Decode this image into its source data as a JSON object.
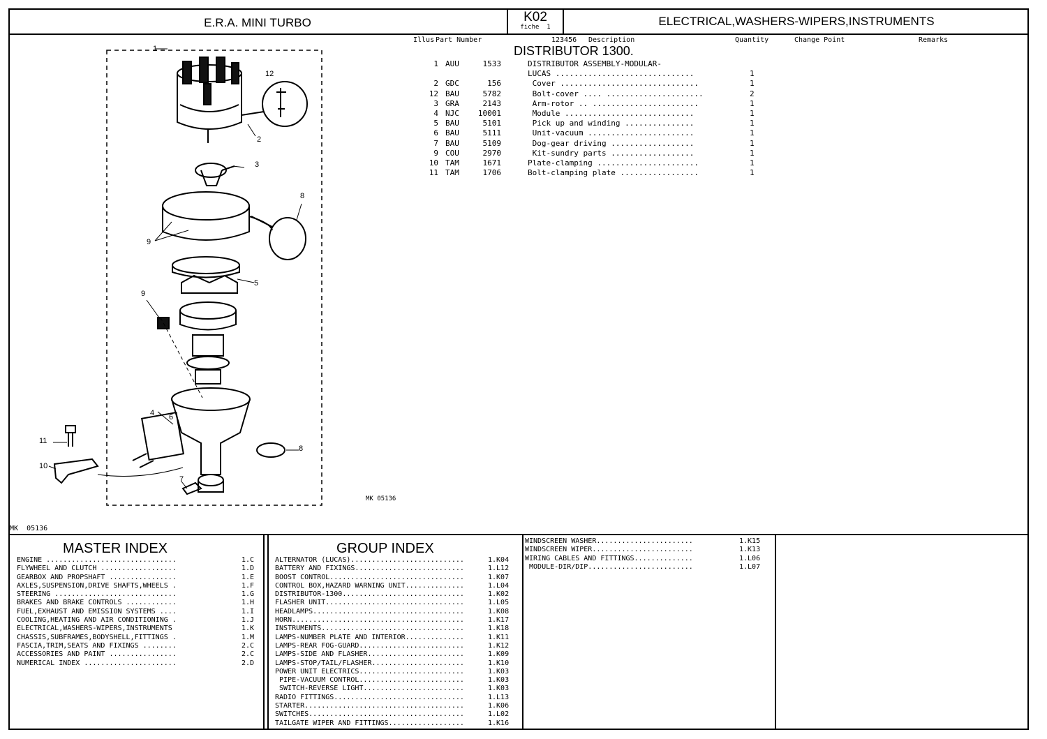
{
  "header": {
    "model": "E.R.A. MINI TURBO",
    "code": "K02",
    "fiche": "fiche  1",
    "section": "ELECTRICAL,WASHERS-WIPERS,INSTRUMENTS"
  },
  "columns": [
    "Illus",
    "Part Number",
    "123456",
    "Description",
    "Quantity",
    "Change Point",
    "Remarks"
  ],
  "group_title": "DISTRIBUTOR 1300.",
  "parts": [
    {
      "illus": "1",
      "prefix": "AUU",
      "num": "1533",
      "desc": "DISTRIBUTOR ASSEMBLY-MODULAR-",
      "qty": ""
    },
    {
      "illus": "",
      "prefix": "",
      "num": "",
      "desc": "LUCAS ..............................",
      "qty": "1"
    },
    {
      "illus": "2",
      "prefix": "GDC",
      "num": "156",
      "desc": " Cover ..............................",
      "qty": "1"
    },
    {
      "illus": "12",
      "prefix": "BAU",
      "num": "5782",
      "desc": " Bolt-cover .... .....................",
      "qty": "2"
    },
    {
      "illus": "3",
      "prefix": "GRA",
      "num": "2143",
      "desc": " Arm-rotor .. .......................",
      "qty": "1"
    },
    {
      "illus": "4",
      "prefix": "NJC",
      "num": "10001",
      "desc": " Module ............................",
      "qty": "1"
    },
    {
      "illus": "5",
      "prefix": "BAU",
      "num": "5101",
      "desc": " Pick up and winding ...............",
      "qty": "1"
    },
    {
      "illus": "6",
      "prefix": "BAU",
      "num": "5111",
      "desc": " Unit-vacuum .......................",
      "qty": "1"
    },
    {
      "illus": "7",
      "prefix": "BAU",
      "num": "5109",
      "desc": " Dog-gear driving ..................",
      "qty": "1"
    },
    {
      "illus": "9",
      "prefix": "COU",
      "num": "2970",
      "desc": " Kit-sundry parts ..................",
      "qty": "1"
    },
    {
      "illus": "10",
      "prefix": "TAM",
      "num": "1671",
      "desc": "Plate-clamping ......................",
      "qty": "1"
    },
    {
      "illus": "11",
      "prefix": "TAM",
      "num": "1706",
      "desc": "Bolt-clamping plate .................",
      "qty": "1"
    }
  ],
  "drawing": {
    "callouts": [
      "1",
      "12",
      "2",
      "3",
      "8",
      "9",
      "5",
      "9",
      "4",
      "6",
      "11",
      "10",
      "7",
      "8"
    ],
    "ref_inner": "MK 05136",
    "ref_outer": "MK  05136"
  },
  "master_index": {
    "title": "MASTER INDEX",
    "items": [
      {
        "label": "ENGINE ...............................",
        "ref": "1.C"
      },
      {
        "label": "FLYWHEEL AND CLUTCH ..................",
        "ref": "1.D"
      },
      {
        "label": "GEARBOX AND PROPSHAFT ................",
        "ref": "1.E"
      },
      {
        "label": "AXLES,SUSPENSION,DRIVE SHAFTS,WHEELS .",
        "ref": "1.F"
      },
      {
        "label": "STEERING .............................",
        "ref": "1.G"
      },
      {
        "label": "BRAKES AND BRAKE CONTROLS ............",
        "ref": "1.H"
      },
      {
        "label": "FUEL,EXHAUST AND EMISSION SYSTEMS ....",
        "ref": "1.I"
      },
      {
        "label": "COOLING,HEATING AND AIR CONDITIONING .",
        "ref": "1.J"
      },
      {
        "label": "ELECTRICAL,WASHERS-WIPERS,INSTRUMENTS ",
        "ref": "1.K"
      },
      {
        "label": "CHASSIS,SUBFRAMES,BODYSHELL,FITTINGS .",
        "ref": "1.M"
      },
      {
        "label": "FASCIA,TRIM,SEATS AND FIXINGS ........",
        "ref": "2.C"
      },
      {
        "label": "ACCESSORIES AND PAINT ................",
        "ref": "2.C"
      },
      {
        "label": "NUMERICAL INDEX ......................",
        "ref": "2.D"
      }
    ]
  },
  "group_index": {
    "title": "GROUP INDEX",
    "items": [
      {
        "label": "ALTERNATOR (LUCAS)...........................",
        "ref": "1.K04"
      },
      {
        "label": "BATTERY AND FIXINGS..........................",
        "ref": "1.L12"
      },
      {
        "label": "BOOST CONTROL................................",
        "ref": "1.K07"
      },
      {
        "label": "CONTROL BOX,HAZARD WARNING UNIT..............",
        "ref": "1.L04"
      },
      {
        "label": "DISTRIBUTOR-1300.............................",
        "ref": "1.K02"
      },
      {
        "label": "FLASHER UNIT.................................",
        "ref": "1.L05"
      },
      {
        "label": "HEADLAMPS....................................",
        "ref": "1.K08"
      },
      {
        "label": "HORN.........................................",
        "ref": "1.K17"
      },
      {
        "label": "INSTRUMENTS..................................",
        "ref": "1.K18"
      },
      {
        "label": "LAMPS-NUMBER PLATE AND INTERIOR..............",
        "ref": "1.K11"
      },
      {
        "label": "LAMPS-REAR FOG-GUARD.........................",
        "ref": "1.K12"
      },
      {
        "label": "LAMPS-SIDE AND FLASHER.......................",
        "ref": "1.K09"
      },
      {
        "label": "LAMPS-STOP/TAIL/FLASHER......................",
        "ref": "1.K10"
      },
      {
        "label": "POWER UNIT ELECTRICS.........................",
        "ref": "1.K03"
      },
      {
        "label": " PIPE-VACUUM CONTROL.........................",
        "ref": "1.K03"
      },
      {
        "label": " SWITCH-REVERSE LIGHT........................",
        "ref": "1.K03"
      },
      {
        "label": "RADIO FITTINGS...............................",
        "ref": "1.L13"
      },
      {
        "label": "STARTER......................................",
        "ref": "1.K06"
      },
      {
        "label": "SWITCHES.....................................",
        "ref": "1.L02"
      },
      {
        "label": "TAILGATE WIPER AND FITTINGS..................",
        "ref": "1.K16"
      }
    ]
  },
  "group_index_cont": {
    "items": [
      {
        "label": "WINDSCREEN WASHER.......................",
        "ref": "1.K15"
      },
      {
        "label": "WINDSCREEN WIPER........................",
        "ref": "1.K13"
      },
      {
        "label": "WIRING CABLES AND FITTINGS..............",
        "ref": "1.L06"
      },
      {
        "label": " MODULE-DIR/DIP.........................",
        "ref": "1.L07"
      }
    ]
  }
}
